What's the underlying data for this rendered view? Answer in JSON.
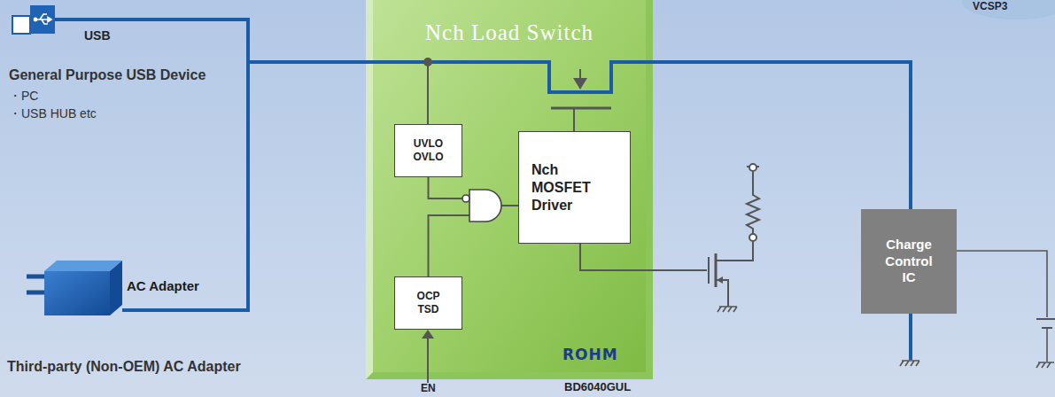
{
  "diagram": {
    "nodes": [
      {
        "text": [
          "Nch Load Switch",
          "ROHM",
          "BD6040GUL"
        ]
      },
      {
        "text": [
          "UVLO OVLO"
        ],
        "in": 0
      },
      {
        "text": [
          "Nch MOSFET Driver"
        ],
        "in": 0
      },
      {
        "text": [
          "OCP TSD"
        ],
        "in": 0
      },
      {
        "text": [
          "Charge Control IC"
        ]
      }
    ],
    "edges": [
      {
        "from": 1,
        "to": 2,
        "arrow": "none"
      },
      {
        "from": 3,
        "to": 2,
        "arrow": "none"
      }
    ],
    "labels": [
      "USB",
      "General Purpose USB Device",
      "・PC",
      "・USB HUB etc",
      "AC Adapter",
      "Third-party (Non-OEM) AC Adapter",
      "EN",
      "VCSP3"
    ]
  }
}
